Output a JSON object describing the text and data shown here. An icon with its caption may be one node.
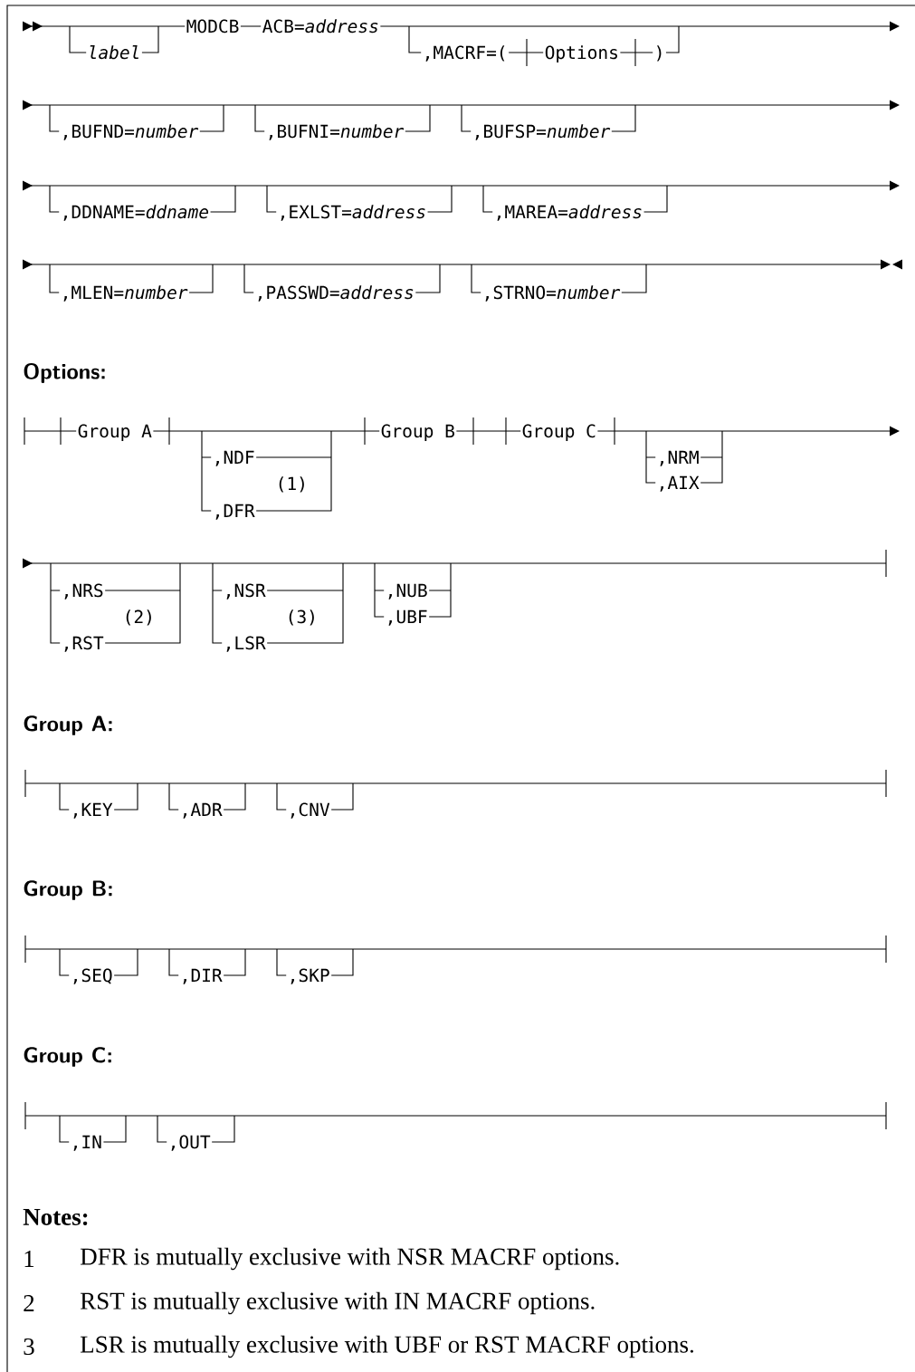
{
  "diagram": {
    "labels": [
      "label",
      "MODCB",
      "ACB=*address*",
      ",MACRF=(",
      "Options",
      ")",
      ",BUFND=*number*",
      ",BUFNI=*number*",
      ",BUFSP=*number*",
      ",DDNAME=*ddname*",
      ",EXLST=*address*",
      ",MAREA=*address*",
      ",MLEN=*number*",
      ",PASSWD=*address*",
      ",STRNO=*number*",
      "Options:",
      "Group A",
      ",NDF",
      "(1)",
      ",DFR",
      "Group B",
      "Group C",
      ",NRM",
      ",AIX",
      ",NRS",
      "(2)",
      ",RST",
      ",NSR",
      "(3)",
      ",LSR",
      ",NUB",
      ",UBF",
      "Group A:",
      ",KEY",
      ",ADR",
      ",CNV",
      "Group B:",
      ",SEQ",
      ",DIR",
      ",SKP",
      "Group C:",
      ",IN",
      ",OUT",
      "Notes:",
      "1",
      "DFR is mutually exclusive with NSR MACRF options.",
      "2",
      "RST is mutually exclusive with IN MACRF options.",
      "3",
      "LSR is mutually exclusive with UBF or RST MACRF options."
    ]
  }
}
